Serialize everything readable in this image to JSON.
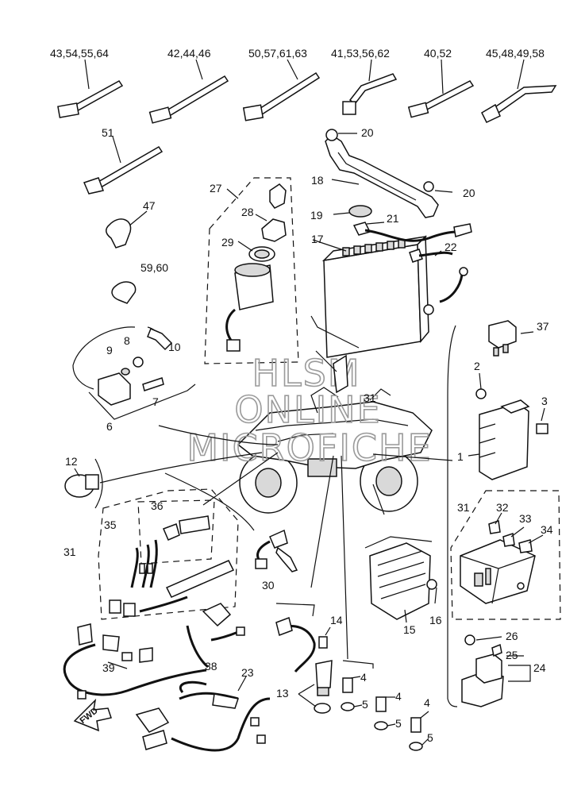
{
  "diagram": {
    "watermark": [
      "HLSM",
      "ONLINE",
      "MICROFICHE"
    ],
    "fwd_label": "FWD",
    "callouts": {
      "c1": "43,54,55,64",
      "c2": "42,44,46",
      "c3": "50,57,61,63",
      "c4": "41,53,56,62",
      "c5": "40,52",
      "c6": "45,48,49,58",
      "c7": "51",
      "c8": "20",
      "c9": "18",
      "c10": "20",
      "c11": "27",
      "c12": "28",
      "c13": "19",
      "c14": "21",
      "c15": "47",
      "c16": "29",
      "c17": "17",
      "c18": "22",
      "c19": "59,60",
      "c20": "37",
      "c21": "9",
      "c22": "8",
      "c23": "10",
      "c24": "2",
      "c25": "3",
      "c26": "7",
      "c27": "6",
      "c28": "31",
      "c29": "1",
      "c30": "12",
      "c31": "36",
      "c32": "35",
      "c33": "31",
      "c34": "32",
      "c35": "33",
      "c36": "34",
      "c37": "31",
      "c38": "30",
      "c39": "14",
      "c40": "16",
      "c41": "15",
      "c42": "26",
      "c43": "25",
      "c44": "24",
      "c45": "38",
      "c46": "39",
      "c47": "23",
      "c48": "4",
      "c49": "13",
      "c50": "5",
      "c51": "4",
      "c52": "5",
      "c53": "4",
      "c54": "5"
    }
  }
}
